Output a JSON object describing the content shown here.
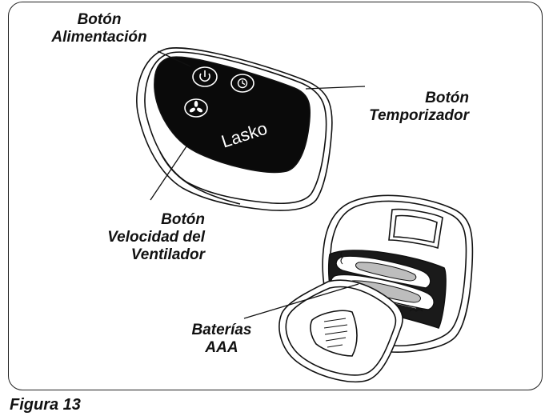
{
  "figure": {
    "caption": "Figura 13"
  },
  "labels": {
    "power": [
      "Botón",
      "Alimentación"
    ],
    "timer": [
      "Botón",
      "Temporizador"
    ],
    "speed": [
      "Botón",
      "Velocidad del",
      "Ventilador"
    ],
    "batteries": [
      "Baterías",
      "AAA"
    ]
  },
  "remote": {
    "brand": "Lasko"
  },
  "icons": [
    "power-icon",
    "timer-icon",
    "fan-speed-icon"
  ],
  "colors": {
    "line": "#111111",
    "panel": "#0a0a0a",
    "battery_fill": "#bdbdbd",
    "background": "#ffffff"
  }
}
